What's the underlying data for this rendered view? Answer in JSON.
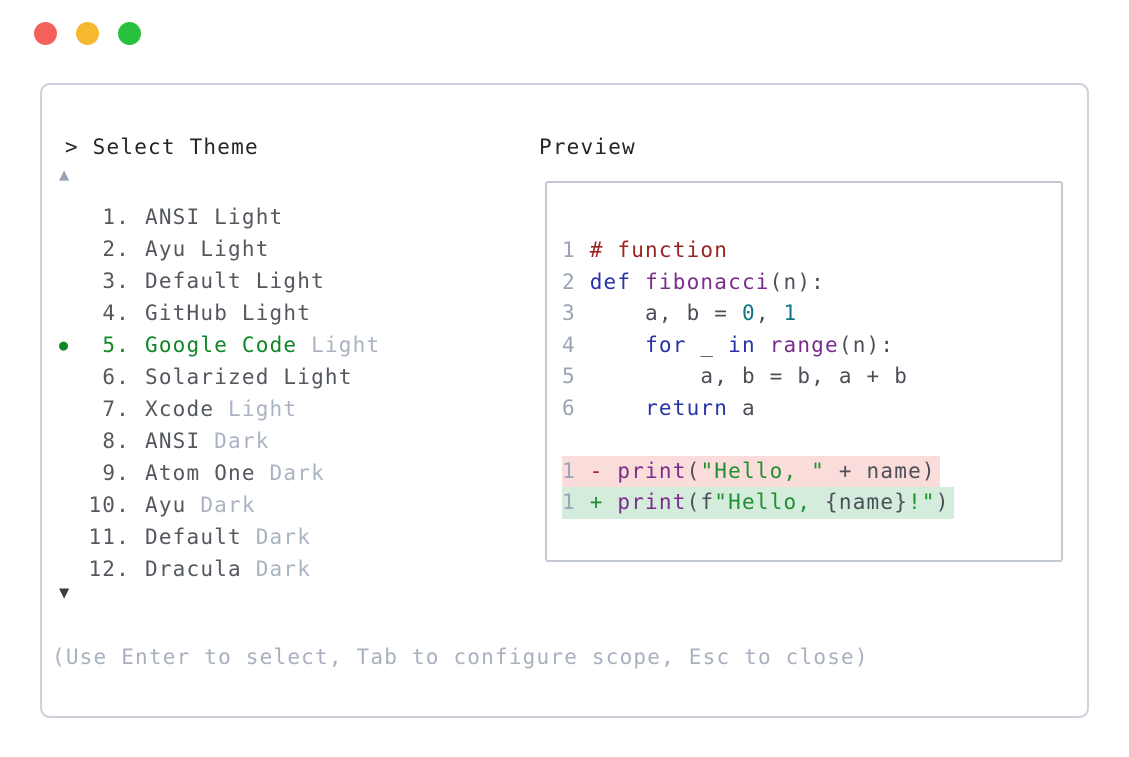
{
  "window": {
    "controls": [
      "close",
      "minimize",
      "maximize"
    ]
  },
  "theme_picker": {
    "prompt": "> Select Theme",
    "scroll_up_icon": "▲",
    "scroll_down_icon": "▼",
    "items": [
      {
        "number": "1.",
        "name": "ANSI",
        "variant": "Light",
        "variant_muted": false,
        "selected": false
      },
      {
        "number": "2.",
        "name": "Ayu",
        "variant": "Light",
        "variant_muted": false,
        "selected": false
      },
      {
        "number": "3.",
        "name": "Default",
        "variant": "Light",
        "variant_muted": false,
        "selected": false
      },
      {
        "number": "4.",
        "name": "GitHub",
        "variant": "Light",
        "variant_muted": false,
        "selected": false
      },
      {
        "number": "5.",
        "name": "Google Code",
        "variant": "Light",
        "variant_muted": true,
        "selected": true
      },
      {
        "number": "6.",
        "name": "Solarized",
        "variant": "Light",
        "variant_muted": false,
        "selected": false
      },
      {
        "number": "7.",
        "name": "Xcode",
        "variant": "Light",
        "variant_muted": true,
        "selected": false
      },
      {
        "number": "8.",
        "name": "ANSI",
        "variant": "Dark",
        "variant_muted": true,
        "selected": false
      },
      {
        "number": "9.",
        "name": "Atom One",
        "variant": "Dark",
        "variant_muted": true,
        "selected": false
      },
      {
        "number": "10.",
        "name": "Ayu",
        "variant": "Dark",
        "variant_muted": true,
        "selected": false
      },
      {
        "number": "11.",
        "name": "Default",
        "variant": "Dark",
        "variant_muted": true,
        "selected": false
      },
      {
        "number": "12.",
        "name": "Dracula",
        "variant": "Dark",
        "variant_muted": true,
        "selected": false
      }
    ],
    "selected_bullet_icon": "●",
    "help_text": "(Use Enter to select, Tab to configure scope, Esc to close)"
  },
  "preview": {
    "label": "Preview",
    "lines": [
      {
        "type": "code",
        "segments": [
          {
            "t": "1 ",
            "k": "linenum"
          },
          {
            "t": "# function",
            "k": "comment"
          }
        ]
      },
      {
        "type": "code",
        "segments": [
          {
            "t": "2 ",
            "k": "linenum"
          },
          {
            "t": "def",
            "k": "keyword"
          },
          {
            "t": " ",
            "k": "plain"
          },
          {
            "t": "fibonacci",
            "k": "function"
          },
          {
            "t": "(n):",
            "k": "plain"
          }
        ]
      },
      {
        "type": "code",
        "segments": [
          {
            "t": "3 ",
            "k": "linenum"
          },
          {
            "t": "    a, b = ",
            "k": "plain"
          },
          {
            "t": "0",
            "k": "number"
          },
          {
            "t": ", ",
            "k": "plain"
          },
          {
            "t": "1",
            "k": "number"
          }
        ]
      },
      {
        "type": "code",
        "segments": [
          {
            "t": "4 ",
            "k": "linenum"
          },
          {
            "t": "    ",
            "k": "plain"
          },
          {
            "t": "for",
            "k": "keyword"
          },
          {
            "t": " _ ",
            "k": "plain"
          },
          {
            "t": "in",
            "k": "keyword"
          },
          {
            "t": " ",
            "k": "plain"
          },
          {
            "t": "range",
            "k": "function"
          },
          {
            "t": "(n):",
            "k": "plain"
          }
        ]
      },
      {
        "type": "code",
        "segments": [
          {
            "t": "5 ",
            "k": "linenum"
          },
          {
            "t": "        a, b = b, a + b",
            "k": "plain"
          }
        ]
      },
      {
        "type": "code",
        "segments": [
          {
            "t": "6 ",
            "k": "linenum"
          },
          {
            "t": "    ",
            "k": "plain"
          },
          {
            "t": "return",
            "k": "keyword"
          },
          {
            "t": " a",
            "k": "plain"
          }
        ]
      },
      {
        "type": "blank",
        "segments": []
      },
      {
        "type": "removed",
        "segments": [
          {
            "t": "1 ",
            "k": "linenum"
          },
          {
            "t": "- ",
            "k": "diffminus"
          },
          {
            "t": "print",
            "k": "function"
          },
          {
            "t": "(",
            "k": "plain"
          },
          {
            "t": "\"Hello, \"",
            "k": "string"
          },
          {
            "t": " + name)",
            "k": "plain"
          }
        ]
      },
      {
        "type": "added",
        "segments": [
          {
            "t": "1 ",
            "k": "linenum"
          },
          {
            "t": "+ ",
            "k": "diffplus"
          },
          {
            "t": "print",
            "k": "function"
          },
          {
            "t": "(f",
            "k": "plain"
          },
          {
            "t": "\"Hello, ",
            "k": "string"
          },
          {
            "t": "{name}",
            "k": "plain"
          },
          {
            "t": "!\"",
            "k": "string"
          },
          {
            "t": ")",
            "k": "plain"
          }
        ]
      }
    ]
  },
  "colors": {
    "traffic_red": "#f4605a",
    "traffic_yellow": "#f5b82f",
    "traffic_green": "#28c13d",
    "panel_border": "#cdd3db",
    "preview_border": "#c3c9d2",
    "text_primary": "#23262b",
    "text_item": "#53585f",
    "text_muted": "#a9b3c2",
    "text_help": "#a8b0bf",
    "accent_green": "#118727",
    "arrow_up": "#98a3b6",
    "arrow_down": "#3a3e44",
    "tok_linenum": "#9aa4b6",
    "tok_comment": "#9b2423",
    "tok_keyword": "#2733a8",
    "tok_function": "#7b2d8e",
    "tok_number": "#0d7680",
    "tok_string": "#1f9030",
    "tok_plain": "#4b5058",
    "diff_minus": "#a8201d",
    "diff_plus": "#1f8a31",
    "diff_removed_bg": "#fadcda",
    "diff_added_bg": "#d4ecdc"
  }
}
